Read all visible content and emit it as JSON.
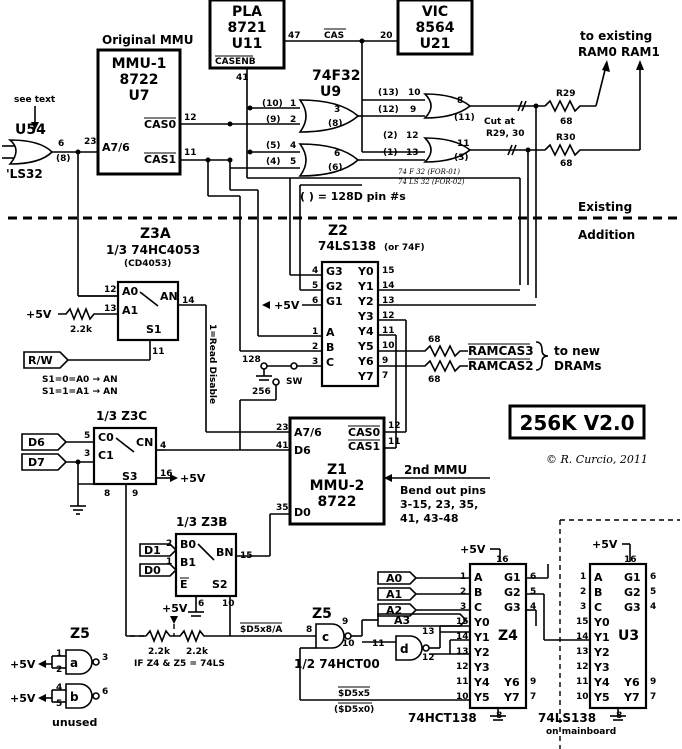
{
  "chips": {
    "pla": {
      "name": "PLA",
      "part": "8721",
      "ref": "U11",
      "pin47": "47",
      "pin41": "41",
      "cas": "CAS",
      "casenb": "CASENB"
    },
    "vic": {
      "name": "VIC",
      "part": "8564",
      "ref": "U21",
      "pin20": "20"
    },
    "mmu1": {
      "heading": "Original MMU",
      "name": "MMU-1",
      "part": "8722",
      "ref": "U7",
      "a76": "A7/6",
      "cas0": "CAS0",
      "cas1": "CAS1",
      "pin23": "23",
      "pin12": "12",
      "pin11": "11"
    },
    "u54": {
      "ref": "U54",
      "part": "'LS32",
      "pin6": "6",
      "pin8": "(8)",
      "note": "see text"
    },
    "u9": {
      "part": "74F32",
      "ref": "U9",
      "p10": "(10)",
      "p1": "1",
      "p9": "(9)",
      "p2": "2",
      "p3": "3",
      "p8": "(8)",
      "p5": "(5)",
      "p4": "4",
      "p4b": "(4)",
      "p5b": "5",
      "p6": "6",
      "p6b": "(6)",
      "p13a": "(13)",
      "p10b": "10",
      "p12a": "(12)",
      "p9b": "9",
      "p8b": "8",
      "p11a": "(11)",
      "p2b": "(2)",
      "p12b": "12",
      "p1b": "(1)",
      "p13b": "13",
      "p11b": "11",
      "p3b": "(3)",
      "note1": "74 F 32 (FOR-01)",
      "note2": "74 LS 32 (FOR-02)",
      "legend": "( ) = 128D pin #s"
    },
    "z2": {
      "ref": "Z2",
      "part": "74LS138",
      "alt": "(or 74F)",
      "g3": "G3",
      "g2": "G2",
      "g1": "G1",
      "a": "A",
      "b": "B",
      "c": "C",
      "y0": "Y0",
      "y1": "Y1",
      "y2": "Y2",
      "y3": "Y3",
      "y4": "Y4",
      "y5": "Y5",
      "y6": "Y6",
      "y7": "Y7",
      "pins": [
        "4",
        "5",
        "6",
        "1",
        "2",
        "3",
        "15",
        "14",
        "13",
        "12",
        "11",
        "10",
        "9",
        "7"
      ]
    },
    "z3a": {
      "ref": "Z3A",
      "part": "1/3 74HC4053",
      "alt": "(CD4053)",
      "a0": "A0",
      "a1": "A1",
      "an": "AN",
      "s1": "S1",
      "pin12": "12",
      "pin13": "13",
      "pin14": "14",
      "pin11": "11"
    },
    "z3c": {
      "ref": "1/3 Z3C",
      "c0": "C0",
      "c1": "C1",
      "cn": "CN",
      "s3": "S3",
      "pin5": "5",
      "pin3": "3",
      "pin4": "4",
      "pin16": "16",
      "pin8": "8",
      "pin9": "9"
    },
    "z3b": {
      "ref": "1/3 Z3B",
      "b0": "B0",
      "b1": "B1",
      "bn": "BN",
      "e": "E",
      "s2": "S2",
      "pin2": "2",
      "pin1": "1",
      "pin15": "15",
      "pin6": "6",
      "pin10": "10"
    },
    "z1": {
      "ref": "Z1",
      "name": "MMU-2",
      "part": "8722",
      "a76": "A7/6",
      "d6": "D6",
      "d0": "D0",
      "cas0": "CAS0",
      "cas1": "CAS1",
      "pin23": "23",
      "pin41": "41",
      "pin35": "35",
      "pin12": "12",
      "pin11": "11"
    },
    "z4": {
      "ref": "Z4",
      "part": "74HCT138",
      "a": "A",
      "b": "B",
      "c": "C",
      "g1": "G1",
      "g2": "G2",
      "g3": "G3",
      "y0": "Y0",
      "y1": "Y1",
      "y2": "Y2",
      "y3": "Y3",
      "y4": "Y4",
      "y5": "Y5",
      "y6": "Y6",
      "y7": "Y7",
      "pin16": "16",
      "pin8": "8",
      "pins": [
        "1",
        "2",
        "3",
        "6",
        "5",
        "4",
        "15",
        "14",
        "13",
        "12",
        "11",
        "10",
        "9",
        "7"
      ]
    },
    "u3": {
      "ref": "U3",
      "part": "74LS138",
      "note": "on mainboard",
      "a": "A",
      "b": "B",
      "c": "C",
      "g1": "G1",
      "g2": "G2",
      "g3": "G3",
      "y0": "Y0",
      "y1": "Y1",
      "y2": "Y2",
      "y3": "Y3",
      "y4": "Y4",
      "y5": "Y5",
      "y6": "Y6",
      "y7": "Y7",
      "pin16": "16",
      "pin8": "8",
      "pins": [
        "1",
        "2",
        "3",
        "6",
        "5",
        "4",
        "15",
        "14",
        "13",
        "12",
        "11",
        "10",
        "9",
        "7"
      ]
    },
    "z5": {
      "ref": "Z5",
      "part": "1/2 74HCT00",
      "gc": "c",
      "gd": "d",
      "ga": "a",
      "gb": "b",
      "unused_title": "Z5",
      "unused": "unused",
      "pin8": "8",
      "pin9": "9",
      "pin10": "10",
      "pin11": "11",
      "pin12": "12",
      "pin13": "13",
      "pin1": "1",
      "pin2": "2",
      "pin3": "3",
      "pin4": "4",
      "pin5": "5",
      "pin6": "6"
    }
  },
  "labels": {
    "to_existing": "to existing",
    "ram01": "RAM0 RAM1",
    "r29": "R29",
    "r29v": "68",
    "r30": "R30",
    "r30v": "68",
    "cut": "Cut at",
    "cut2": "R29, 30",
    "existing": "Existing",
    "addition": "Addition",
    "ramcas3": "RAMCAS3",
    "ramcas2": "RAMCAS2",
    "r68a": "68",
    "r68b": "68",
    "to_new": "to new",
    "drams": "DRAMs",
    "plus5v": "+5V",
    "r22k": "2.2k",
    "rw": "R/W",
    "s1eq0": "S1=0=A0 → AN",
    "s1eq1": "S1=1=A1 → AN",
    "read_disable": "1=Read Disable",
    "sw": "SW",
    "sw128": "128",
    "sw256": "256",
    "title": "256K V2.0",
    "copyright": "© R. Curcio, 2011",
    "mmu2_note": "2nd MMU",
    "bend1": "Bend out pins",
    "bend2": "3-15, 23, 35,",
    "bend3": "41, 43-48",
    "d6": "D6",
    "d7": "D7",
    "d1": "D1",
    "d0": "D0",
    "a0": "A0",
    "a1": "A1",
    "a2": "A2",
    "a3": "A3",
    "d5x8a": "$D5x8/A",
    "d5x5": "$D5x5",
    "d5x0": "($D5x0)",
    "if_note": "IF Z4 & Z5 = 74LS",
    "r22ka": "2.2k",
    "r22kb": "2.2k"
  }
}
